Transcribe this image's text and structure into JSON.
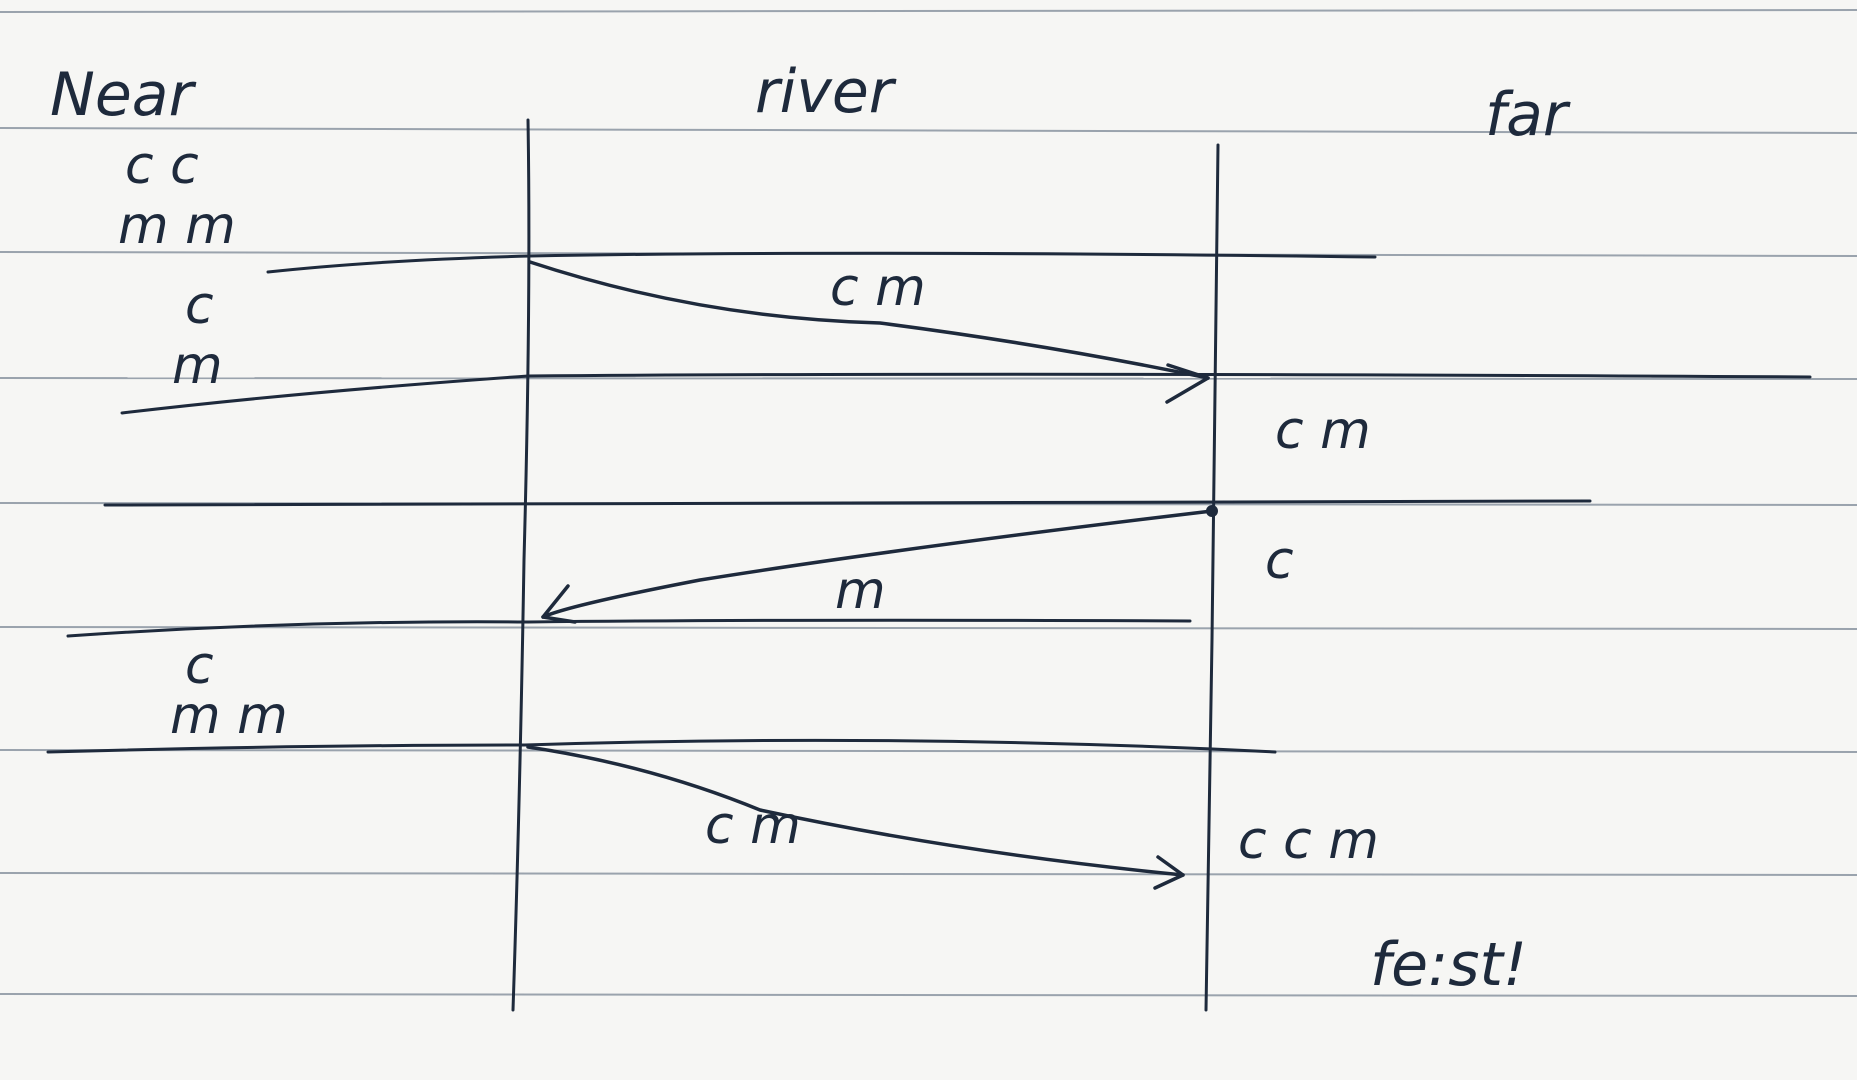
{
  "headers": {
    "near": "Near",
    "river": "river",
    "far": "far"
  },
  "near_bank": {
    "step1_c": "c c",
    "step1_m": "m m",
    "step2_c": "c",
    "step2_m": "m",
    "step5_c": "c",
    "step5_m": "m m"
  },
  "river_trips": {
    "trip1": "c m",
    "trip2": "m",
    "trip3": "c m"
  },
  "far_bank": {
    "step3": "c m",
    "step4": "c",
    "step6": "c c m"
  },
  "footer": {
    "result": "fe:st!"
  },
  "colors": {
    "ink": "#1e2a3c",
    "rule": "#9aa3ad",
    "paper": "#f6f6f4"
  }
}
